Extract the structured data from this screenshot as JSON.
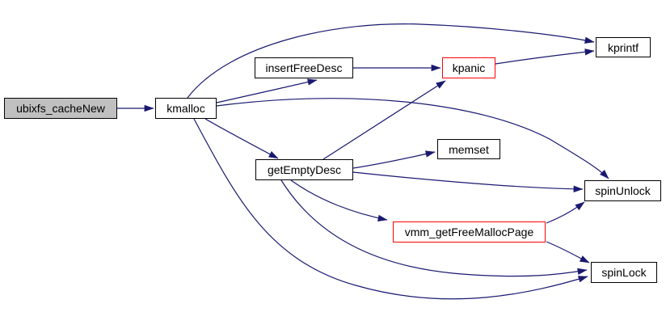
{
  "diagram": {
    "kind": "doxygen-call-graph",
    "root_function": "ubixfs_cacheNew",
    "colors": {
      "background": "#ffffff",
      "edge": "#191970",
      "node_border": "#000000",
      "node_fill": "#ffffff",
      "root_fill": "#c0c0c0",
      "alert_border": "#ff0000"
    },
    "nodes": {
      "ubixfs_cacheNew": {
        "label": "ubixfs_cacheNew",
        "style": "root"
      },
      "kmalloc": {
        "label": "kmalloc",
        "style": "normal"
      },
      "insertFreeDesc": {
        "label": "insertFreeDesc",
        "style": "normal"
      },
      "kpanic": {
        "label": "kpanic",
        "style": "alert"
      },
      "kprintf": {
        "label": "kprintf",
        "style": "normal"
      },
      "getEmptyDesc": {
        "label": "getEmptyDesc",
        "style": "normal"
      },
      "memset": {
        "label": "memset",
        "style": "normal"
      },
      "spinUnlock": {
        "label": "spinUnlock",
        "style": "normal"
      },
      "vmm_getFreeMallocPage": {
        "label": "vmm_getFreeMallocPage",
        "style": "alert"
      },
      "spinLock": {
        "label": "spinLock",
        "style": "normal"
      }
    },
    "edges": [
      {
        "from": "ubixfs_cacheNew",
        "to": "kmalloc"
      },
      {
        "from": "kmalloc",
        "to": "kprintf"
      },
      {
        "from": "kmalloc",
        "to": "insertFreeDesc"
      },
      {
        "from": "kmalloc",
        "to": "getEmptyDesc"
      },
      {
        "from": "kmalloc",
        "to": "spinUnlock"
      },
      {
        "from": "kmalloc",
        "to": "spinLock"
      },
      {
        "from": "insertFreeDesc",
        "to": "kpanic"
      },
      {
        "from": "kpanic",
        "to": "kprintf"
      },
      {
        "from": "getEmptyDesc",
        "to": "kpanic"
      },
      {
        "from": "getEmptyDesc",
        "to": "memset"
      },
      {
        "from": "getEmptyDesc",
        "to": "spinUnlock"
      },
      {
        "from": "getEmptyDesc",
        "to": "vmm_getFreeMallocPage"
      },
      {
        "from": "getEmptyDesc",
        "to": "spinLock"
      },
      {
        "from": "vmm_getFreeMallocPage",
        "to": "spinUnlock"
      },
      {
        "from": "vmm_getFreeMallocPage",
        "to": "spinLock"
      }
    ]
  }
}
